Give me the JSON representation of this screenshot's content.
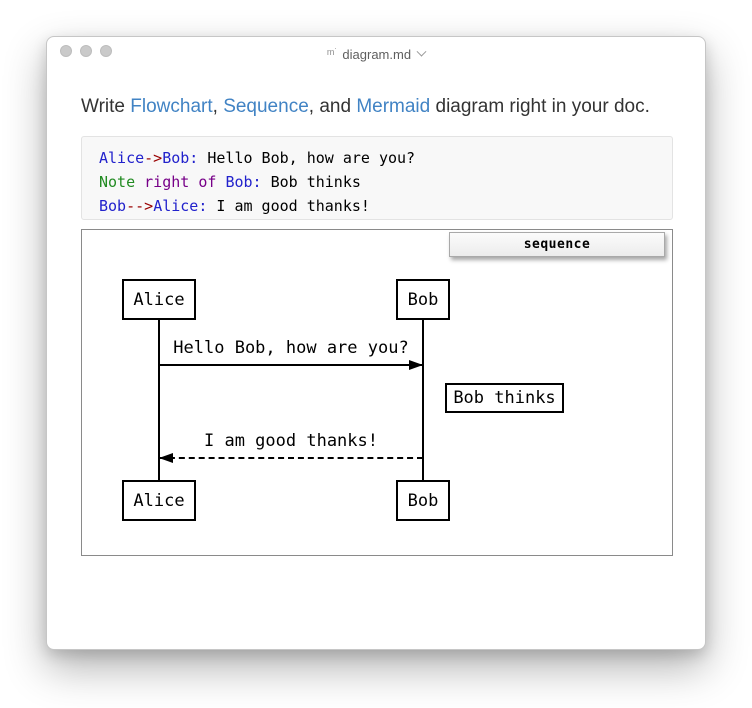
{
  "window": {
    "title": "diagram.md"
  },
  "icons": {
    "markdown_file_glyph": "m˙",
    "chevron_down": "chevron-down"
  },
  "heading": {
    "parts": {
      "p0": "Write ",
      "link_flowchart": "Flowchart",
      "p1": ", ",
      "link_sequence": "Sequence",
      "p2": ", and ",
      "link_mermaid": "Mermaid",
      "p3": " diagram right in your doc."
    }
  },
  "code": {
    "lines": [
      {
        "tokens": [
          {
            "t": "Alice",
            "c": "blue"
          },
          {
            "t": "->",
            "c": "red"
          },
          {
            "t": "Bob:",
            "c": "blue"
          },
          {
            "t": " Hello Bob, how are you?",
            "c": "plain"
          }
        ]
      },
      {
        "tokens": [
          {
            "t": "Note",
            "c": "green"
          },
          {
            "t": " ",
            "c": "plain"
          },
          {
            "t": "right of",
            "c": "purple"
          },
          {
            "t": " ",
            "c": "plain"
          },
          {
            "t": "Bob:",
            "c": "blue"
          },
          {
            "t": " Bob thinks",
            "c": "plain"
          }
        ]
      },
      {
        "tokens": [
          {
            "t": "Bob",
            "c": "blue"
          },
          {
            "t": "-->",
            "c": "red"
          },
          {
            "t": "Alice:",
            "c": "blue"
          },
          {
            "t": " I am good thanks!",
            "c": "plain"
          }
        ]
      }
    ]
  },
  "diagram": {
    "tab_label": "sequence",
    "actors": [
      "Alice",
      "Bob"
    ],
    "message1": "Hello Bob, how are you?",
    "note": "Bob thinks",
    "message2": "I am good thanks!"
  },
  "colors": {
    "link_blue": "#4183c4",
    "code_blue": "#2222cc",
    "code_red": "#990000",
    "code_green": "#228b22",
    "code_purple": "#770088",
    "panel_border": "#8a8a8a",
    "code_bg": "#f8f8f8"
  }
}
